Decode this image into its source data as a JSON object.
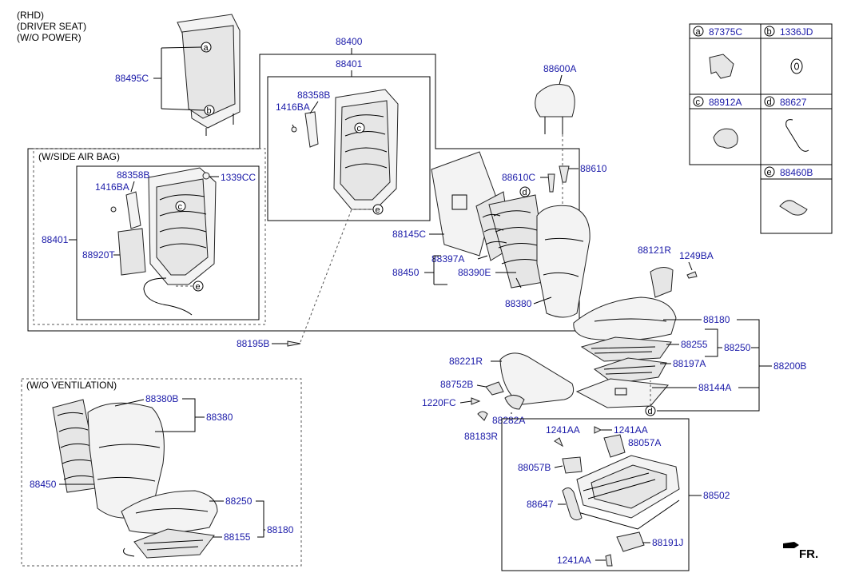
{
  "notes": [
    "(RHD)",
    "(DRIVER SEAT)",
    "(W/O POWER)"
  ],
  "groups": {
    "side_air_bag": "(W/SIDE AIR BAG)",
    "wo_ventilation": "(W/O VENTILATION)"
  },
  "legend": [
    {
      "letter": "a",
      "code": "87375C"
    },
    {
      "letter": "b",
      "code": "1336JD"
    },
    {
      "letter": "c",
      "code": "88912A"
    },
    {
      "letter": "d",
      "code": "88627"
    },
    {
      "letter": "e",
      "code": "88460B"
    }
  ],
  "direction_label": "FR.",
  "parts": {
    "p88495C": "88495C",
    "p88400": "88400",
    "p88401_top": "88401",
    "p88358B_top": "88358B",
    "p1416BA_top": "1416BA",
    "p88600A": "88600A",
    "p88610C": "88610C",
    "p88610": "88610",
    "p88145C": "88145C",
    "p88397A": "88397A",
    "p88450": "88450",
    "p88390E": "88390E",
    "p88380": "88380",
    "p88358B_sab": "88358B",
    "p1339CC": "1339CC",
    "p1416BA_sab": "1416BA",
    "p88401_sab": "88401",
    "p88920T": "88920T",
    "p88195B": "88195B",
    "p88121R": "88121R",
    "p1249BA": "1249BA",
    "p88180": "88180",
    "p88255": "88255",
    "p88250": "88250",
    "p88221R": "88221R",
    "p88197A": "88197A",
    "p88200B": "88200B",
    "p88752B": "88752B",
    "p88144A": "88144A",
    "p1220FC": "1220FC",
    "p88282A": "88282A",
    "p88183R": "88183R",
    "p1241AA_a": "1241AA",
    "p1241AA_b": "1241AA",
    "p88057A": "88057A",
    "p88057B": "88057B",
    "p88502": "88502",
    "p88647": "88647",
    "p88191J": "88191J",
    "p1241AA_c": "1241AA",
    "p88380B": "88380B",
    "p88380_wv": "88380",
    "p88450_wv": "88450",
    "p88250_wv": "88250",
    "p88155": "88155",
    "p88180_wv": "88180"
  },
  "callouts": {
    "a": "a",
    "b": "b",
    "c": "c",
    "d": "d",
    "e": "e"
  }
}
